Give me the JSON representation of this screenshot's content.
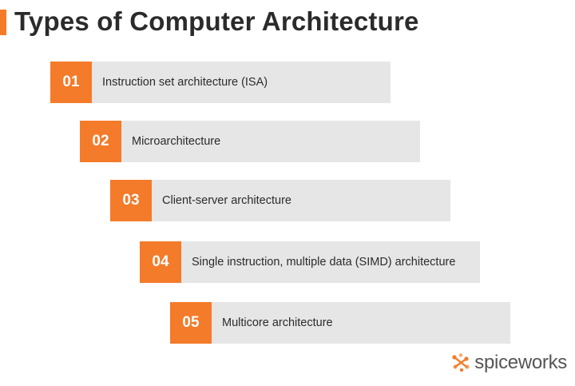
{
  "title": "Types of Computer Architecture",
  "items": [
    {
      "number": "01",
      "label": "Instruction set architecture (ISA)"
    },
    {
      "number": "02",
      "label": "Microarchitecture"
    },
    {
      "number": "03",
      "label": "Client-server architecture"
    },
    {
      "number": "04",
      "label": "Single instruction, multiple data (SIMD) architecture"
    },
    {
      "number": "05",
      "label": "Multicore architecture"
    }
  ],
  "brand": {
    "name": "spiceworks",
    "icon": "spiceworks-logo-icon"
  },
  "colors": {
    "accent": "#f47b2a",
    "row_background": "#e6e6e6",
    "text": "#2b2b2b"
  }
}
